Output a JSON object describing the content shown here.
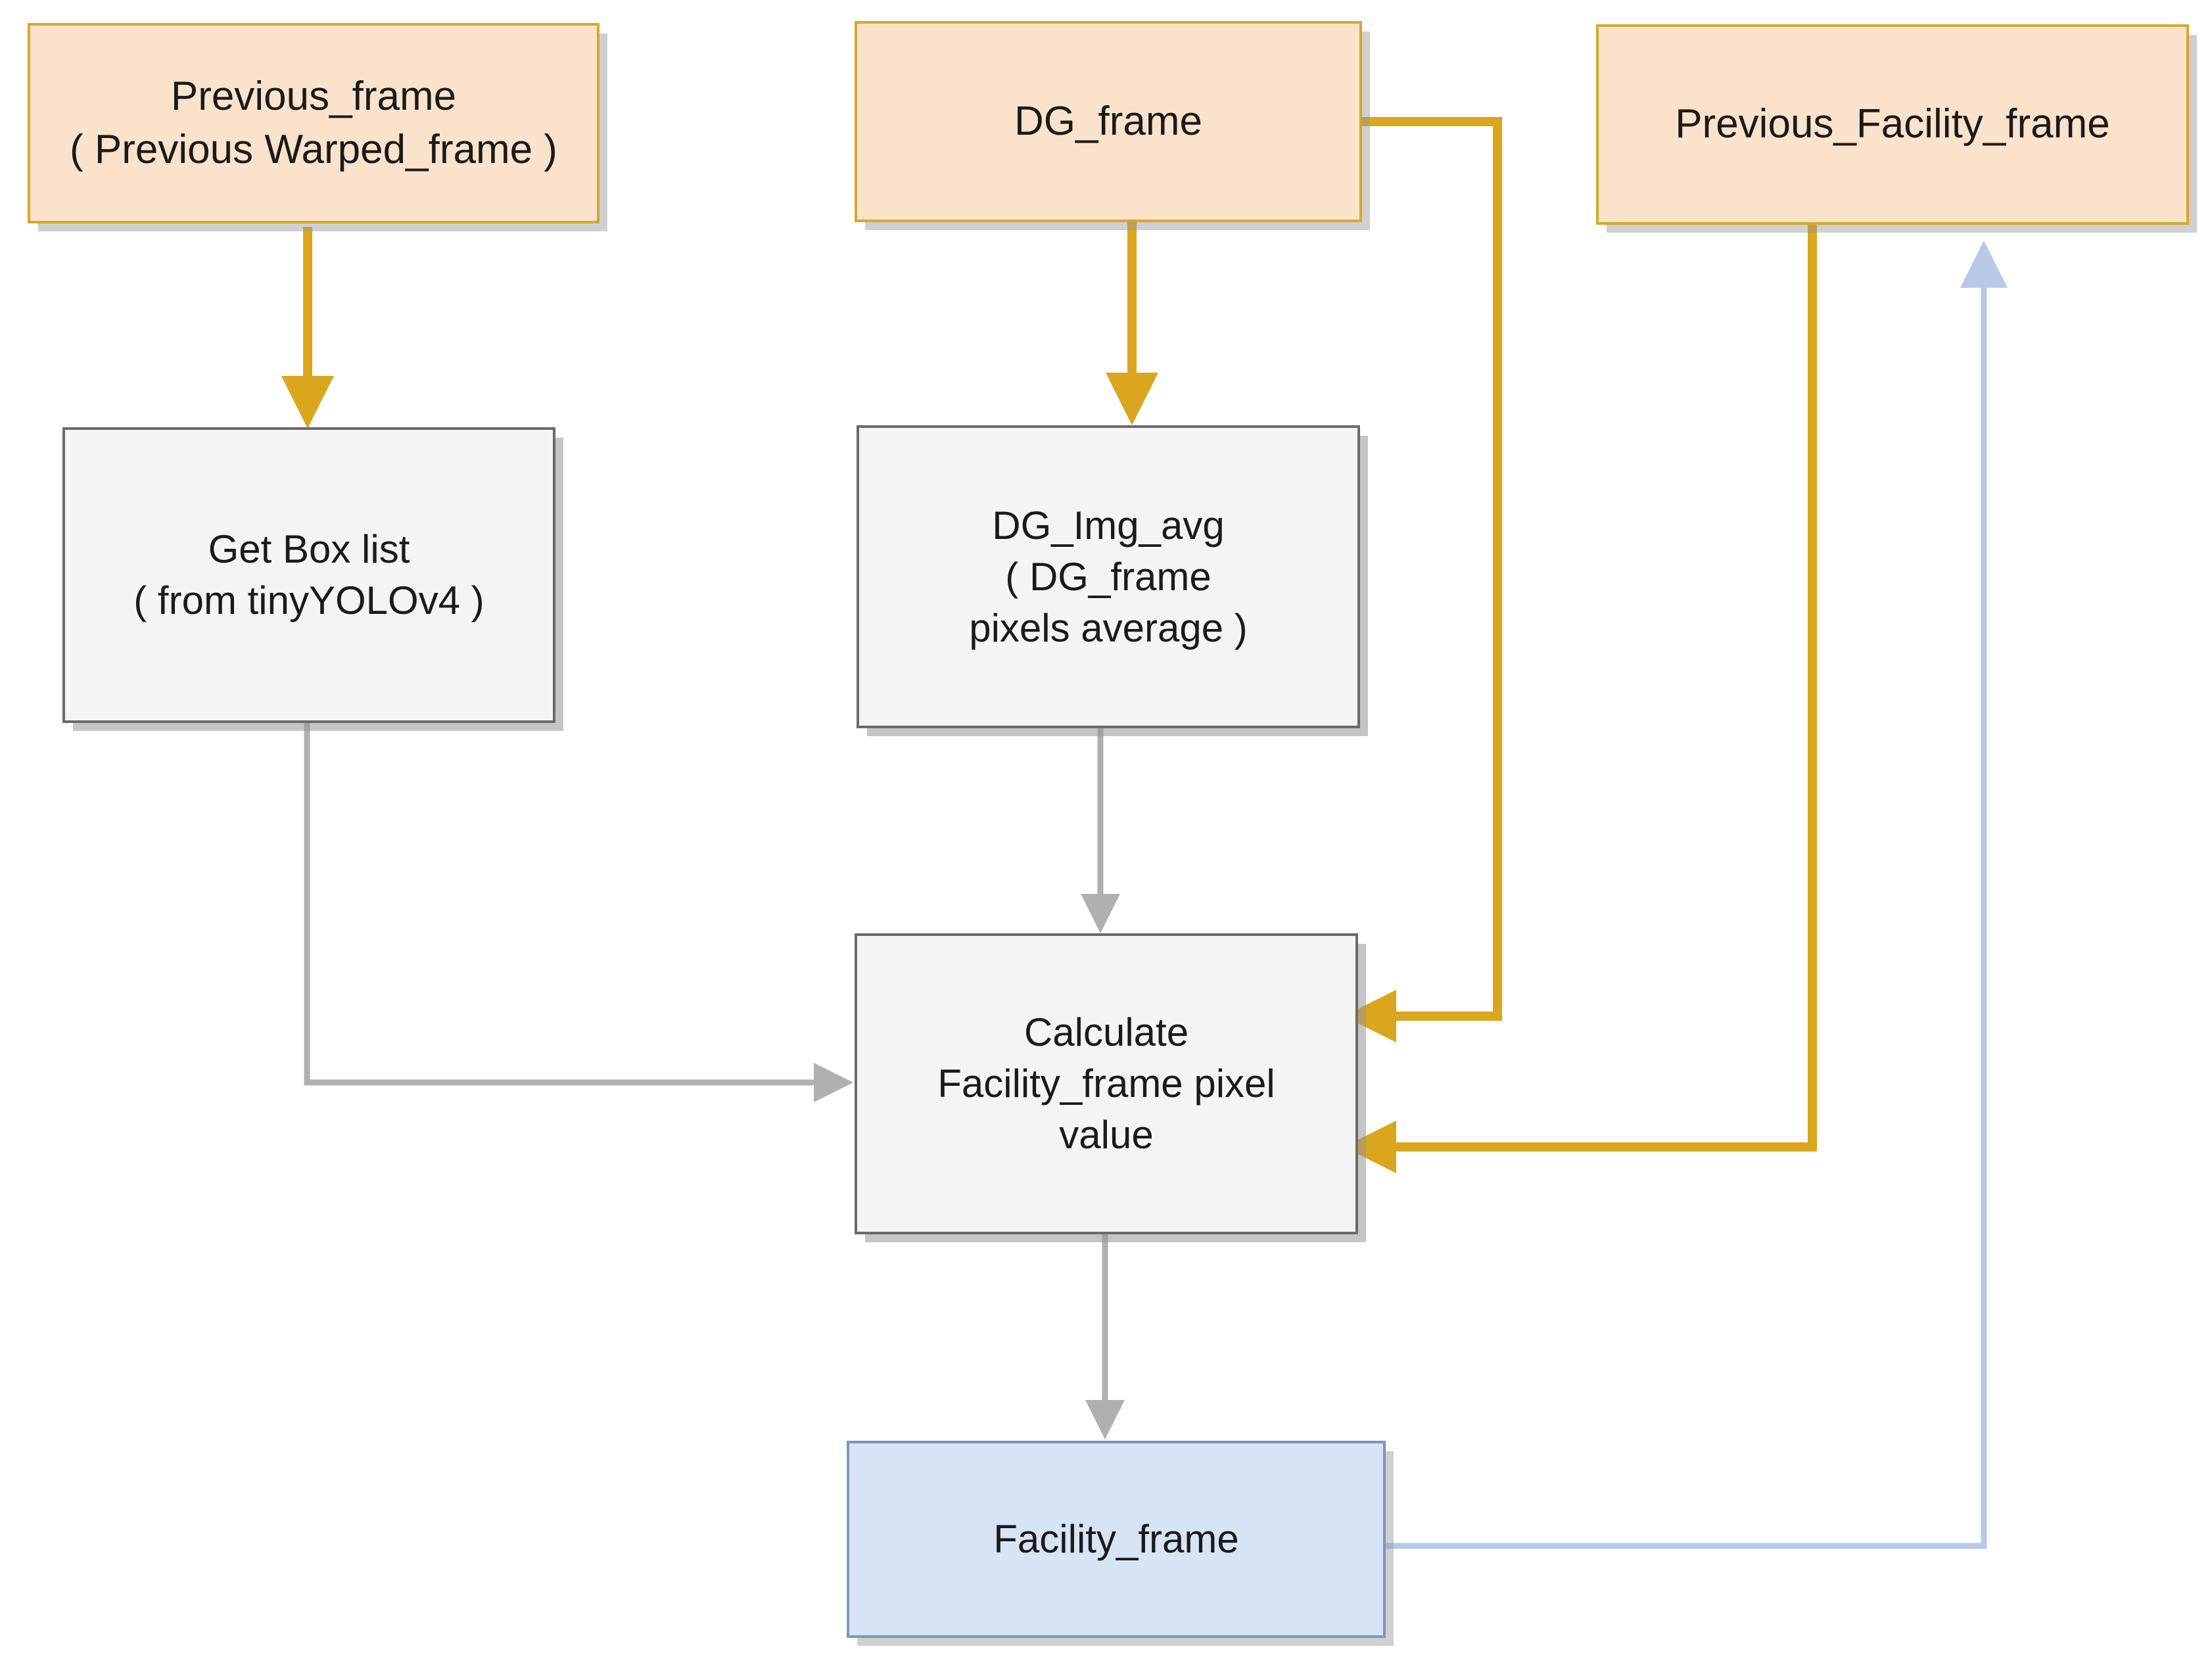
{
  "diagram": {
    "title": "Facility_frame calculation flowchart",
    "colors": {
      "data_fill": "#fbe2cb",
      "data_border": "#d6a72d",
      "process_fill": "#f4f4f4",
      "process_border": "#6b6b6b",
      "output_fill": "#d7e4f6",
      "output_border": "#7b97bd",
      "edge_orange": "#d9a61e",
      "edge_grey": "#b0b0b0",
      "edge_blue": "#b7c9e6",
      "background": "#ffffff"
    },
    "nodes": [
      {
        "id": "previous-frame",
        "type": "data",
        "label": "Previous_frame\n( Previous Warped_frame )"
      },
      {
        "id": "dg-frame",
        "type": "data",
        "label": "DG_frame"
      },
      {
        "id": "previous-facility-frame",
        "type": "data",
        "label": "Previous_Facility_frame"
      },
      {
        "id": "get-box-list",
        "type": "process",
        "label": "Get Box list\n( from tinyYOLOv4 )"
      },
      {
        "id": "dg-img-avg",
        "type": "process",
        "label": "DG_Img_avg\n( DG_frame\npixels average )"
      },
      {
        "id": "calculate-facility-frame-pixel-value",
        "type": "process",
        "label": "Calculate\nFacility_frame pixel\nvalue"
      },
      {
        "id": "facility-frame",
        "type": "output",
        "label": "Facility_frame"
      }
    ],
    "edges": [
      {
        "id": "previous-frame-to-get-box-list",
        "from": "previous-frame",
        "to": "get-box-list",
        "color": "orange"
      },
      {
        "id": "dg-frame-to-dg-img-avg",
        "from": "dg-frame",
        "to": "dg-img-avg",
        "color": "orange"
      },
      {
        "id": "dg-frame-to-calculate",
        "from": "dg-frame",
        "to": "calculate-facility-frame-pixel-value",
        "color": "orange"
      },
      {
        "id": "previous-facility-frame-to-calculate",
        "from": "previous-facility-frame",
        "to": "calculate-facility-frame-pixel-value",
        "color": "orange"
      },
      {
        "id": "get-box-list-to-calculate",
        "from": "get-box-list",
        "to": "calculate-facility-frame-pixel-value",
        "color": "grey"
      },
      {
        "id": "dg-img-avg-to-calculate",
        "from": "dg-img-avg",
        "to": "calculate-facility-frame-pixel-value",
        "color": "grey"
      },
      {
        "id": "calculate-to-facility-frame",
        "from": "calculate-facility-frame-pixel-value",
        "to": "facility-frame",
        "color": "grey"
      },
      {
        "id": "facility-frame-to-previous-facility-frame",
        "from": "facility-frame",
        "to": "previous-facility-frame",
        "color": "blue"
      }
    ]
  }
}
